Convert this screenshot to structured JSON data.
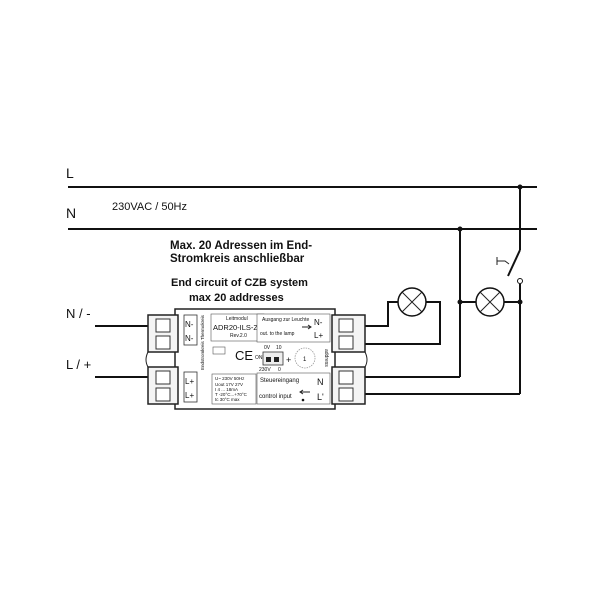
{
  "bus": {
    "l_label": "L",
    "n_label": "N",
    "supply": "230VAC / 50Hz"
  },
  "notes": {
    "de_line1": "Max. 20 Adressen im End-",
    "de_line2": "Stromkreis anschließbar",
    "en_line1": "End circuit of CZB system",
    "en_line2": "max 20 addresses"
  },
  "inputs": {
    "n_label": "N / -",
    "l_label": "L / +"
  },
  "module": {
    "term_left": [
      "N-",
      "N-",
      "L+",
      "L+"
    ],
    "side_text": "Endstromkreis Thermokreis",
    "name_small": "Leitmodul",
    "model": "ADR20-ILS-Z2",
    "rev": "Rev.2.0",
    "ce": "CE",
    "out_de": "Ausgang zur Leuchte",
    "out_en": "out. to the lamp",
    "term_out": [
      "N-",
      "L+"
    ],
    "dip_top_left": "0V",
    "dip_top_right": "10",
    "dip_on": "ON",
    "dip_bottom_left": "230V",
    "dip_bottom_right": "0",
    "plus": "+",
    "dial_value": "1",
    "address": "address",
    "ctrl_de": "Steuereingang",
    "ctrl_en": "control input",
    "term_ctrl": [
      "N",
      "L'"
    ],
    "specs": [
      "U~  230V 50Hz",
      "Uout 17V  27V",
      "I   4 ... 18mA",
      "T  -20°C...+70°C",
      "tc  30°C max"
    ]
  },
  "colors": {
    "line": "#111111",
    "terminal": "#f4f4f4"
  }
}
